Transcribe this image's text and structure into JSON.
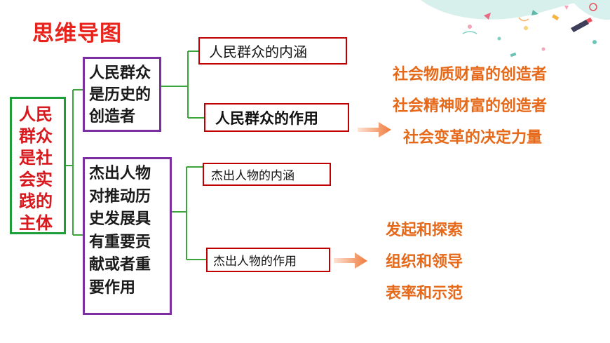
{
  "title": "思维导图",
  "root": {
    "lines": [
      "人民",
      "群众",
      "是社",
      "会实",
      "践的",
      "主体"
    ]
  },
  "branches": [
    {
      "lines": [
        "人民群众",
        "是历史的",
        "创造者"
      ],
      "children": [
        {
          "label": "人民群众的内涵"
        },
        {
          "label": "人民群众的作用",
          "results": [
            "社会物质财富的创造者",
            "社会精神财富的创造者",
            "社会变革的决定力量"
          ]
        }
      ]
    },
    {
      "lines": [
        "杰出人物",
        "对推动历",
        "史发展具",
        "有重要贡",
        "献或者重",
        "要作用"
      ],
      "children": [
        {
          "label": "杰出人物的内涵"
        },
        {
          "label": "杰出人物的作用",
          "results": [
            "发起和探索",
            "组织和领导",
            "表率和示范"
          ]
        }
      ]
    }
  ],
  "colors": {
    "title": "#e8231c",
    "root_border": "#1e9e3a",
    "branch_border": "#7b2fa0",
    "leaf_border": "#c00000",
    "result_text": "#e6691a",
    "connector": "#3aa53a",
    "arrow": "#f08040"
  }
}
